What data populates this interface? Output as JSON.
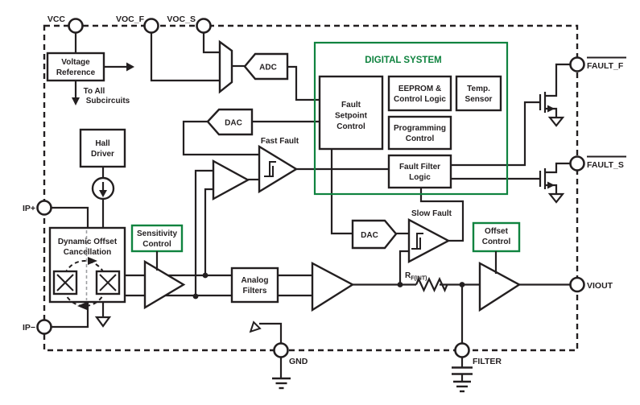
{
  "colors": {
    "accent_green": "#0F833F",
    "ink": "#231F20",
    "chopper_gray": "#9d9fa2"
  },
  "pins": {
    "vcc": "VCC",
    "voc_f": "VOC_F",
    "voc_s": "VOC_S",
    "fault_f": "FAULT_F",
    "fault_s": "FAULT_S",
    "viout": "VIOUT",
    "filter": "FILTER",
    "gnd": "GND",
    "ip_plus": "IP+",
    "ip_minus": "IP−"
  },
  "blocks": {
    "voltage_reference": [
      "Voltage",
      "Reference"
    ],
    "to_all_subcircuits": [
      "To All",
      "Subcircuits"
    ],
    "hall_driver": [
      "Hall",
      "Driver"
    ],
    "dynamic_offset_cancellation": [
      "Dynamic Offset",
      "Cancellation"
    ],
    "sensitivity_control": [
      "Sensitivity",
      "Control"
    ],
    "analog_filters": [
      "Analog",
      "Filters"
    ],
    "adc": "ADC",
    "dac_fast": "DAC",
    "dac_slow": "DAC",
    "fast_fault": "Fast Fault",
    "slow_fault": "Slow Fault",
    "digital_system": "DIGITAL SYSTEM",
    "fault_setpoint_control": [
      "Fault",
      "Setpoint",
      "Control"
    ],
    "eeprom_control_logic": [
      "EEPROM &",
      "Control Logic"
    ],
    "temp_sensor": [
      "Temp.",
      "Sensor"
    ],
    "programming_control": [
      "Programming",
      "Control"
    ],
    "fault_filter_logic": [
      "Fault Filter",
      "Logic"
    ],
    "offset_control": [
      "Offset",
      "Control"
    ],
    "r_fint": {
      "base": "R",
      "sub": "F(INT)"
    }
  }
}
